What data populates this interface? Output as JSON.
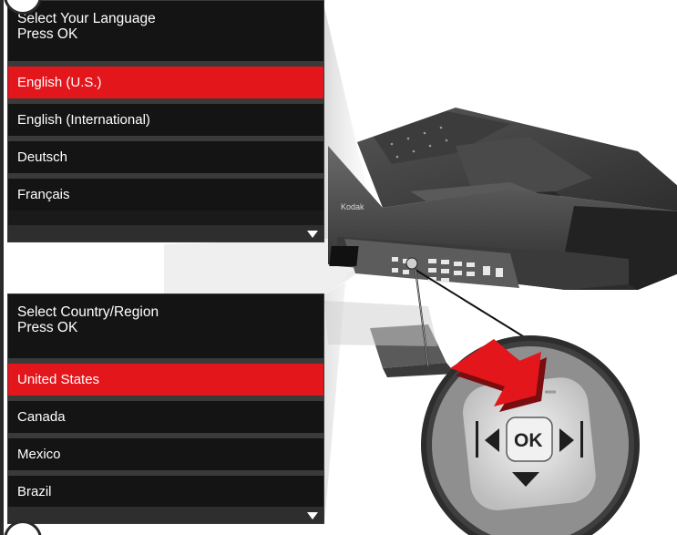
{
  "language_panel": {
    "title_line1": "Select Your Language",
    "title_line2": "Press OK",
    "items": [
      {
        "label": "English (U.S.)",
        "selected": true
      },
      {
        "label": "English (International)",
        "selected": false
      },
      {
        "label": "Deutsch",
        "selected": false
      },
      {
        "label": "Français",
        "selected": false
      }
    ],
    "scroll_icon": "triangle-down-icon"
  },
  "country_panel": {
    "title_line1": "Select Country/Region",
    "title_line2": "Press OK",
    "items": [
      {
        "label": "United States",
        "selected": true
      },
      {
        "label": "Canada",
        "selected": false
      },
      {
        "label": "Mexico",
        "selected": false
      },
      {
        "label": "Brazil",
        "selected": false
      }
    ],
    "scroll_icon": "triangle-down-icon"
  },
  "printer": {
    "brand": "Kodak"
  },
  "navigation_pad": {
    "ok_label": "OK",
    "press_arrow_icon": "red-press-arrow-icon"
  },
  "colors": {
    "selected_row": "#e3161c",
    "panel_bg": "#141414",
    "row_separator": "#3a3a3a",
    "press_arrow": "#e3161c"
  }
}
